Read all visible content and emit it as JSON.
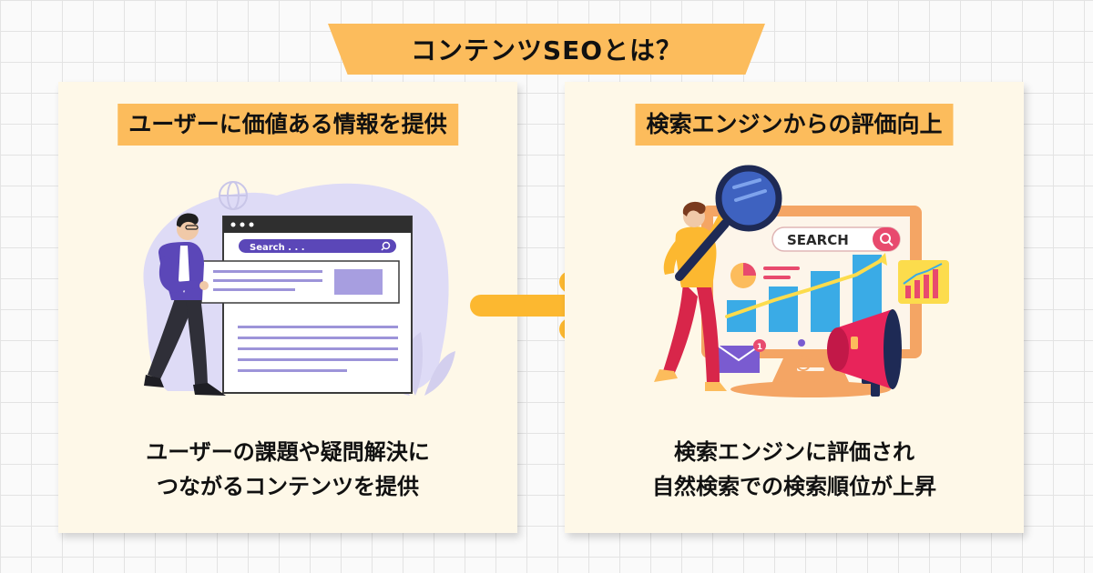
{
  "banner": {
    "title": "コンテンツSEOとは？"
  },
  "left_card": {
    "heading": "ユーザーに価値ある情報を提供",
    "description_line1": "ユーザーの課題や疑問解決に",
    "description_line2": "つながるコンテンツを提供",
    "illustration": {
      "search_placeholder": "Search . . ."
    }
  },
  "right_card": {
    "heading": "検索エンジンからの評価向上",
    "description_line1": "検索エンジンに評価され",
    "description_line2": "自然検索での検索順位が上昇",
    "illustration": {
      "search_label": "SEARCH",
      "notification_count": "1"
    }
  },
  "colors": {
    "accent": "#fcbc5c",
    "card_bg": "#fef8e8",
    "purple": "#5b47b8",
    "orange": "#f4a564",
    "arrow": "#fcb830"
  }
}
